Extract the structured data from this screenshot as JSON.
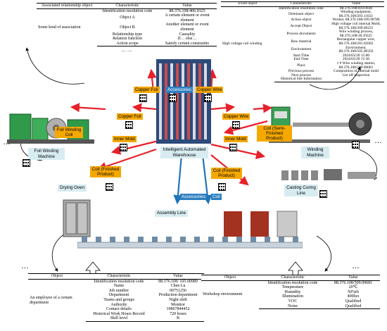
{
  "top_left_table": {
    "headers": [
      "Associated relationship object",
      "Characteristic",
      "Value"
    ],
    "object_label": "Some kind of association",
    "rows": [
      [
        "Identification resolution code",
        "88.376.108/406.0325"
      ],
      [
        "Object A",
        "A certain element or event element"
      ],
      [
        "Object B",
        "Another element or event element"
      ],
      [
        "Relationship type",
        "Causality"
      ],
      [
        "Relation function",
        "If… else…"
      ],
      [
        "Action scope",
        "Satisfy certain constraints"
      ]
    ],
    "dots": "… …"
  },
  "top_right_table": {
    "headers": [
      "Event object",
      "Characteristic",
      "Value"
    ],
    "object_label": "High voltage coil winding",
    "rows": [
      [
        "Identification resolution code",
        "88.376.108/410.0928"
      ],
      [
        "Dominant object",
        "Winding equipment, 88.376.108/203.11021"
      ],
      [
        "Action object",
        "Worker, 88.376.108/109.90786"
      ],
      [
        "Accept Object",
        "High voltage coil internal Mold, 88.376.108/309.09231"
      ],
      [
        "Process documents",
        "Wire winding process, 88.376.108/18.39325"
      ],
      [
        "Raw material",
        "Rectangular copper wire, 88.376.108/201.65002"
      ],
      [
        "Environment",
        "Environment, 88.376.108/505.00356"
      ],
      [
        "Start Time",
        "2024/03/20 15:00"
      ],
      [
        "End Time",
        "2024/03/20 15:30"
      ],
      [
        "Place",
        "1 # Wire winding station, 88.376.108/209.00001"
      ],
      [
        "Previous process",
        "Composition of internal mold"
      ],
      [
        "Next process",
        "Get off inspection"
      ],
      [
        "Historical Site Information",
        ""
      ]
    ]
  },
  "bottom_left_table": {
    "headers": [
      "Object",
      "Characteristic",
      "Value"
    ],
    "object_label": "An employee of a certain department",
    "rows": [
      [
        "Identification resolution code",
        "88.376.108/ 105.00989"
      ],
      [
        "Name",
        "Chen Lu"
      ],
      [
        "Job number",
        "00751256"
      ],
      [
        "Department",
        "Production department"
      ],
      [
        "Teams and groups",
        "Night shift"
      ],
      [
        "Authority",
        "Monitor"
      ],
      [
        "Contact details",
        "19867844452"
      ],
      [
        "Historical Work Hours Record",
        "720 hours"
      ],
      [
        "Skill level",
        "B"
      ]
    ],
    "dots": "…"
  },
  "bottom_right_table": {
    "headers": [
      "Object",
      "Characteristic",
      "Value"
    ],
    "object_label": "Workshop environment",
    "rows": [
      [
        "Identification resolution code",
        "88.376.108/509.09681"
      ],
      [
        "Temperature",
        "20℃"
      ],
      [
        "Humidity",
        "50%rh"
      ],
      [
        "Illumination",
        "400lux"
      ],
      [
        "VOC",
        "Qualified"
      ],
      [
        "Noise",
        "Qualified"
      ]
    ],
    "dots": "…"
  },
  "labels": {
    "copper_foil_top": "Copper Foil",
    "accessories_top": "Accessories",
    "copper_wire_top": "Copper Wire",
    "copper_foil_mid": "Copper Foil",
    "copper_wire_mid": "Copper Wire",
    "foil_winding_coil": "Foil Winding Coil",
    "inner_mold_left": "Inner Mold",
    "inner_mold_right": "Inner Mold",
    "coil_semi": "Coil (Semi-Finished Product)",
    "coil_finished_left": "Coil (Finished Product)",
    "coil_finished_right": "Coil (Finished Product)",
    "accessories_bottom": "Accessories",
    "coil_bottom": "Coil",
    "warehouse": "Intelligent Automated Warehouse"
  },
  "stations": {
    "foil_winding_machine": "Foil Winding Machine",
    "winding_machine": "Winding Machine",
    "drying_oven": "Drying Oven",
    "casting_curing_line": "Casting Curing Line",
    "assembly_line": "Assembly Line"
  },
  "side_dots": {
    "left": "…",
    "right": "…",
    "top_left": "…",
    "top_right": "…",
    "bl": "…",
    "br": "…"
  },
  "colors": {
    "orange_label": "#f5a800",
    "blue_label": "#2d7fc0",
    "light_label": "#d7ecf1",
    "arrow_red": "#e8202a",
    "arrow_blue": "#1f74b8"
  }
}
